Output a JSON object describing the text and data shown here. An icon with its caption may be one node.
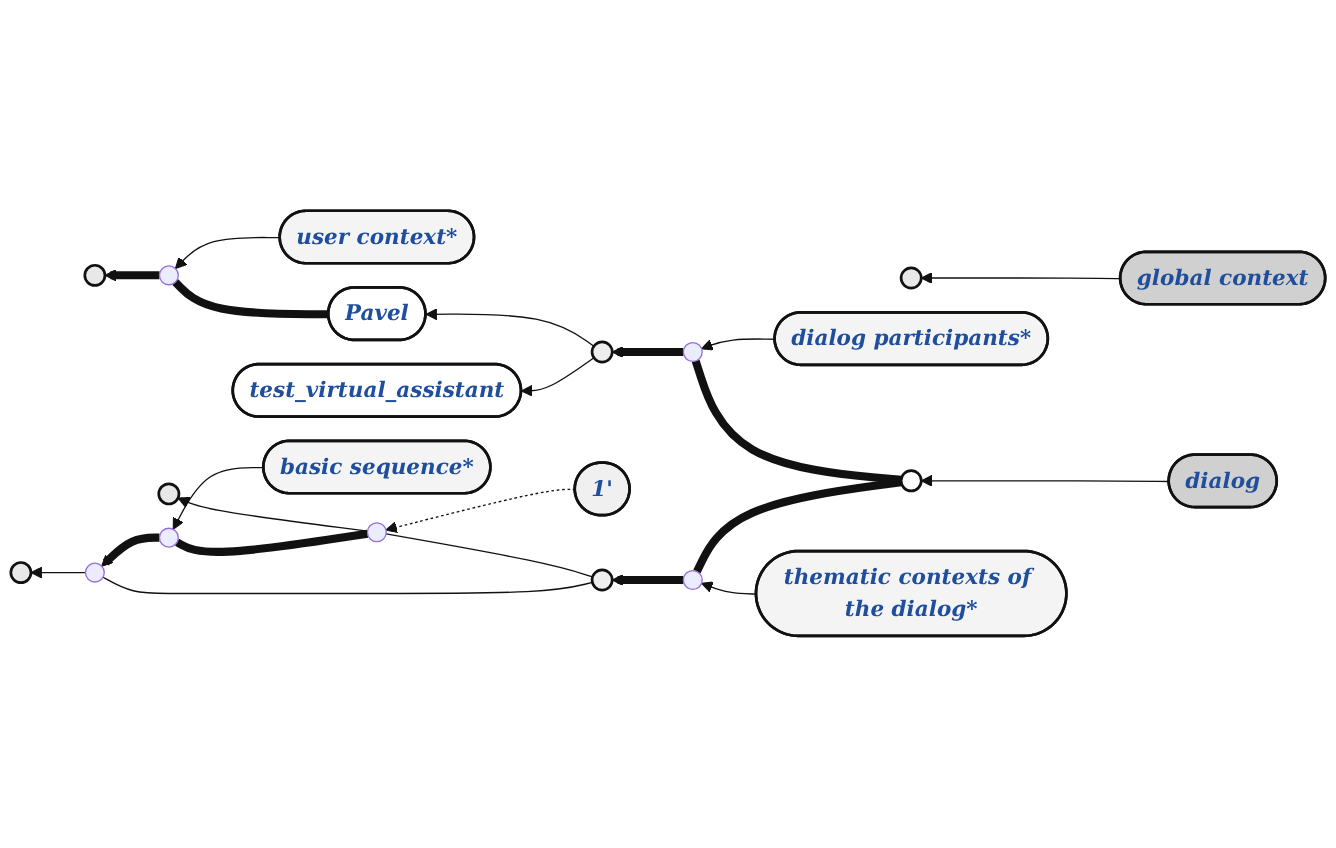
{
  "diagram": {
    "nodes": [
      {
        "text": [],
        "shape": "circle"
      },
      {
        "text": [],
        "shape": "circle"
      },
      {
        "text": [
          "global context"
        ]
      },
      {
        "text": [
          "user context*"
        ]
      },
      {
        "text": [
          "Pavel"
        ]
      },
      {
        "text": [
          "dialog participants*"
        ]
      },
      {
        "text": [],
        "shape": "circle"
      },
      {
        "text": [],
        "shape": "circle"
      },
      {
        "text": [
          "dialog"
        ]
      },
      {
        "text": [
          "test_virtual_assistant"
        ]
      },
      {
        "text": [
          "thematic contexts of the dialog*"
        ]
      },
      {
        "text": [
          "1'"
        ]
      },
      {
        "text": [],
        "shape": "circle"
      },
      {
        "text": [],
        "shape": "circle"
      },
      {
        "text": [],
        "shape": "circle"
      },
      {
        "text": [
          "basic sequence*"
        ]
      },
      {
        "text": [],
        "shape": "point"
      },
      {
        "text": [],
        "shape": "point"
      },
      {
        "text": [],
        "shape": "point"
      },
      {
        "text": [],
        "shape": "point"
      },
      {
        "text": [],
        "shape": "point"
      },
      {
        "text": [],
        "shape": "point"
      }
    ],
    "edges": [
      {
        "from": 4,
        "to": 18,
        "arrow": "none",
        "style": "thick"
      },
      {
        "from": 18,
        "to": 0,
        "arrow": "to",
        "style": "thick"
      },
      {
        "from": 3,
        "to": 18,
        "arrow": "to"
      },
      {
        "from": 2,
        "to": 1,
        "arrow": "to"
      },
      {
        "from": 7,
        "to": 19,
        "arrow": "none",
        "style": "thick"
      },
      {
        "from": 19,
        "to": 6,
        "arrow": "to",
        "style": "thick"
      },
      {
        "from": 5,
        "to": 19,
        "arrow": "to"
      },
      {
        "from": 6,
        "to": 4,
        "arrow": "to"
      },
      {
        "from": 6,
        "to": 9,
        "arrow": "to"
      },
      {
        "from": 8,
        "to": 7,
        "arrow": "to"
      },
      {
        "from": 7,
        "to": 20,
        "arrow": "none",
        "style": "thick"
      },
      {
        "from": 20,
        "to": 12,
        "arrow": "to",
        "style": "thick"
      },
      {
        "from": 10,
        "to": 20,
        "arrow": "to"
      },
      {
        "from": 12,
        "to": 16,
        "arrow": "none"
      },
      {
        "from": 16,
        "to": 13,
        "arrow": "to"
      },
      {
        "from": 12,
        "to": 17,
        "arrow": "none"
      },
      {
        "from": 17,
        "to": 14,
        "arrow": "to"
      },
      {
        "from": 11,
        "to": 16,
        "arrow": "to",
        "style": "dashed"
      },
      {
        "from": 16,
        "to": 21,
        "arrow": "none",
        "style": "thick"
      },
      {
        "from": 21,
        "to": 17,
        "arrow": "to",
        "style": "thick"
      },
      {
        "from": 15,
        "to": 21,
        "arrow": "to"
      }
    ]
  }
}
